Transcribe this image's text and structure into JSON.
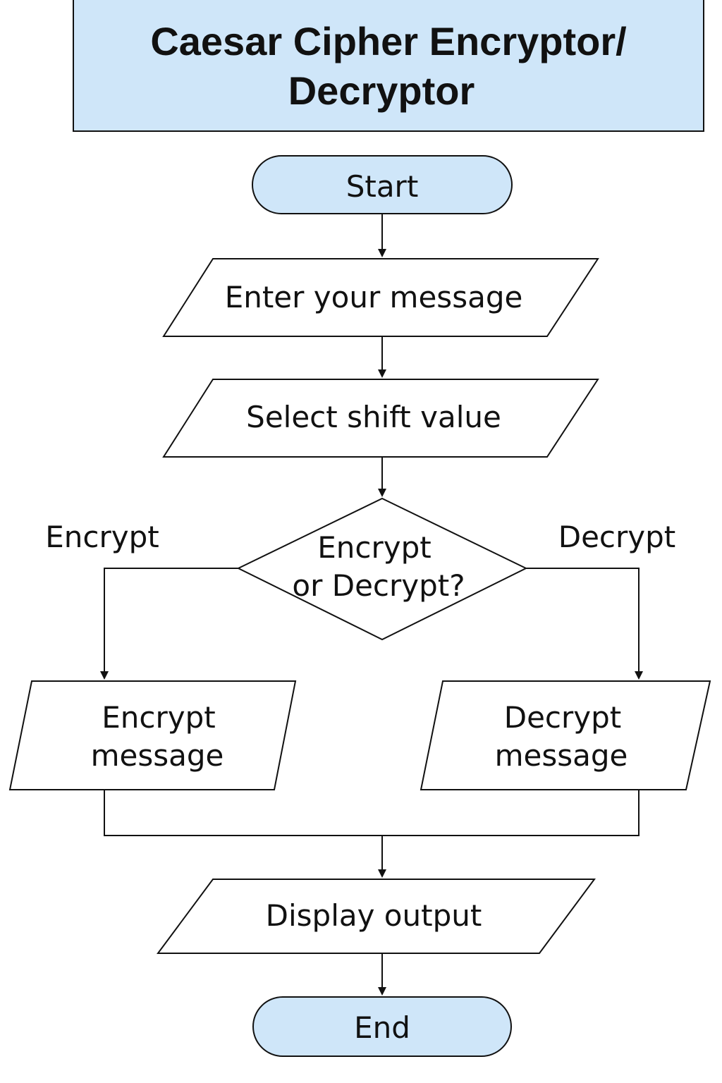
{
  "title": {
    "line1": "Caesar Cipher Encryptor/",
    "line2": "Decryptor"
  },
  "nodes": {
    "start": "Start",
    "enter_message": "Enter your message",
    "select_shift": "Select shift value",
    "decision_line1": "Encrypt",
    "decision_line2": "or Decrypt?",
    "encrypt_line1": "Encrypt",
    "encrypt_line2": "message",
    "decrypt_line1": "Decrypt",
    "decrypt_line2": "message",
    "display_output": "Display output",
    "end": "End"
  },
  "branches": {
    "left": "Encrypt",
    "right": "Decrypt"
  },
  "colors": {
    "title_fill": "#cfe6f9",
    "terminal_fill": "#cfe6f9",
    "stroke": "#111111",
    "text": "#111111",
    "background": "#ffffff"
  }
}
